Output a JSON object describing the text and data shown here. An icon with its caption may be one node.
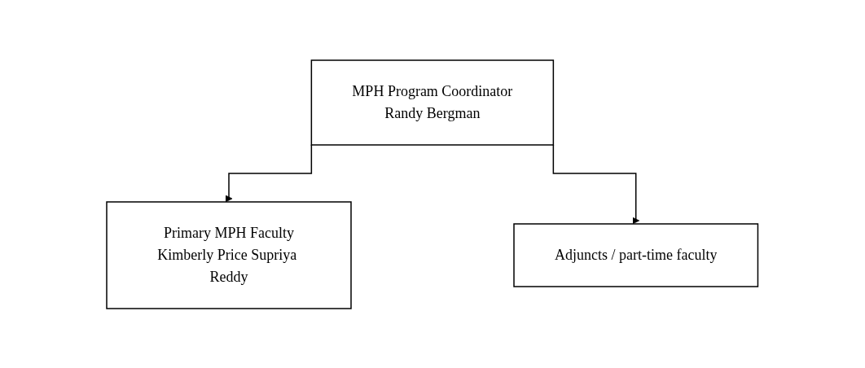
{
  "diagram": {
    "nodes": [
      {
        "text": [
          "MPH Program Coordinator",
          "Randy Bergman"
        ]
      },
      {
        "text": [
          "Primary MPH Faculty",
          "Kimberly Price Supriya Reddy"
        ]
      },
      {
        "text": [
          "Adjuncts / part-time faculty"
        ]
      }
    ],
    "edges": [
      {
        "from": 0,
        "to": 1,
        "arrow": "to"
      },
      {
        "from": 0,
        "to": 2,
        "arrow": "to"
      }
    ]
  }
}
